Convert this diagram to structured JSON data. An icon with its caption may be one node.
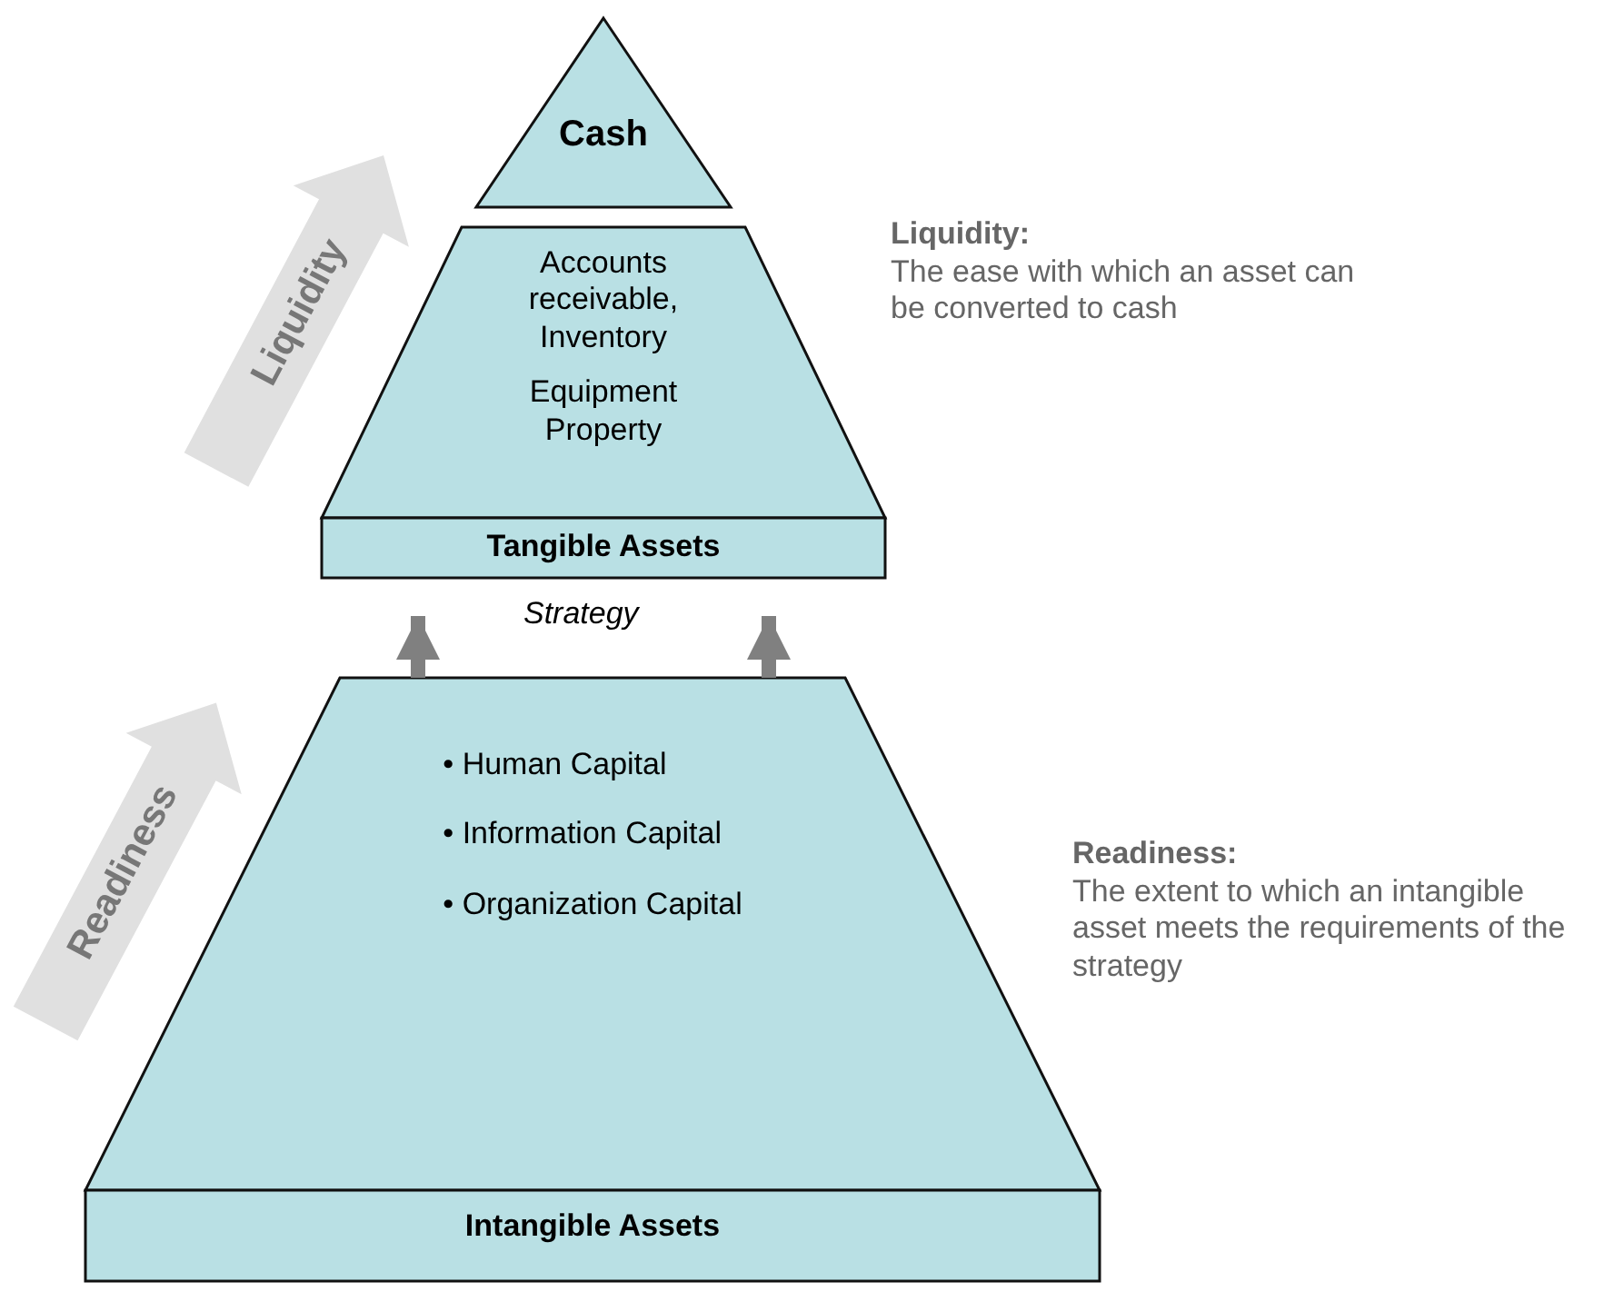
{
  "diagram": {
    "nodes": [
      {
        "text": [
          "Cash"
        ]
      },
      {
        "text": [
          "Accounts receivable, Inventory",
          "Equipment Property"
        ]
      },
      {
        "text": [
          "Tangible Assets"
        ]
      },
      {
        "text": [
          "• Human Capital",
          "• Information Capital",
          "• Organization Capital"
        ]
      },
      {
        "text": [
          "Intangible Assets"
        ]
      }
    ],
    "edges": [
      {
        "from": 3,
        "to": 2,
        "arrow": "to"
      },
      {
        "from": 3,
        "to": 2,
        "arrow": "to"
      }
    ],
    "labels": [
      "Liquidity",
      "Strategy",
      "Readiness",
      "Liquidity:",
      "The ease with which an asset can be converted to cash",
      "Readiness:",
      "The extent to which an intangible asset meets the requirements of the strategy"
    ]
  }
}
